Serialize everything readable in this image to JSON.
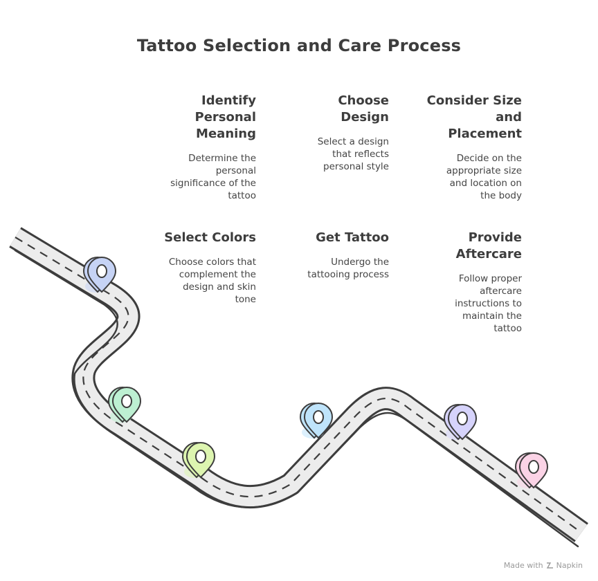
{
  "title": "Tattoo Selection and Care Process",
  "steps": [
    {
      "title": "Identify Personal Meaning",
      "title_lines": [
        "Identify",
        "Personal",
        "Meaning"
      ],
      "desc_lines": [
        "Determine the",
        "personal",
        "significance of the",
        "tattoo"
      ],
      "color": "#c6d3f5"
    },
    {
      "title": "Select Colors",
      "title_lines": [
        "Select Colors"
      ],
      "desc_lines": [
        "Choose colors that",
        "complement the",
        "design and skin",
        "tone"
      ],
      "color": "#bdf0d2"
    },
    {
      "title": "Choose Design",
      "title_lines": [
        "Choose",
        "Design"
      ],
      "desc_lines": [
        "Select a design",
        "that reflects",
        "personal style"
      ],
      "color": "#ddf5b0"
    },
    {
      "title": "Get Tattoo",
      "title_lines": [
        "Get Tattoo"
      ],
      "desc_lines": [
        "Undergo the",
        "tattooing process"
      ],
      "color": "#bfe4fb"
    },
    {
      "title": "Consider Size and Placement",
      "title_lines": [
        "Consider Size",
        "and",
        "Placement"
      ],
      "desc_lines": [
        "Decide on the",
        "appropriate size",
        "and location on",
        "the body"
      ],
      "color": "#d6d3fb"
    },
    {
      "title": "Provide Aftercare",
      "title_lines": [
        "Provide",
        "Aftercare"
      ],
      "desc_lines": [
        "Follow proper",
        "aftercare",
        "instructions to",
        "maintain the",
        "tattoo"
      ],
      "color": "#fbd3e6"
    }
  ],
  "footer": {
    "made_with": "Made with",
    "brand": "Napkin"
  }
}
